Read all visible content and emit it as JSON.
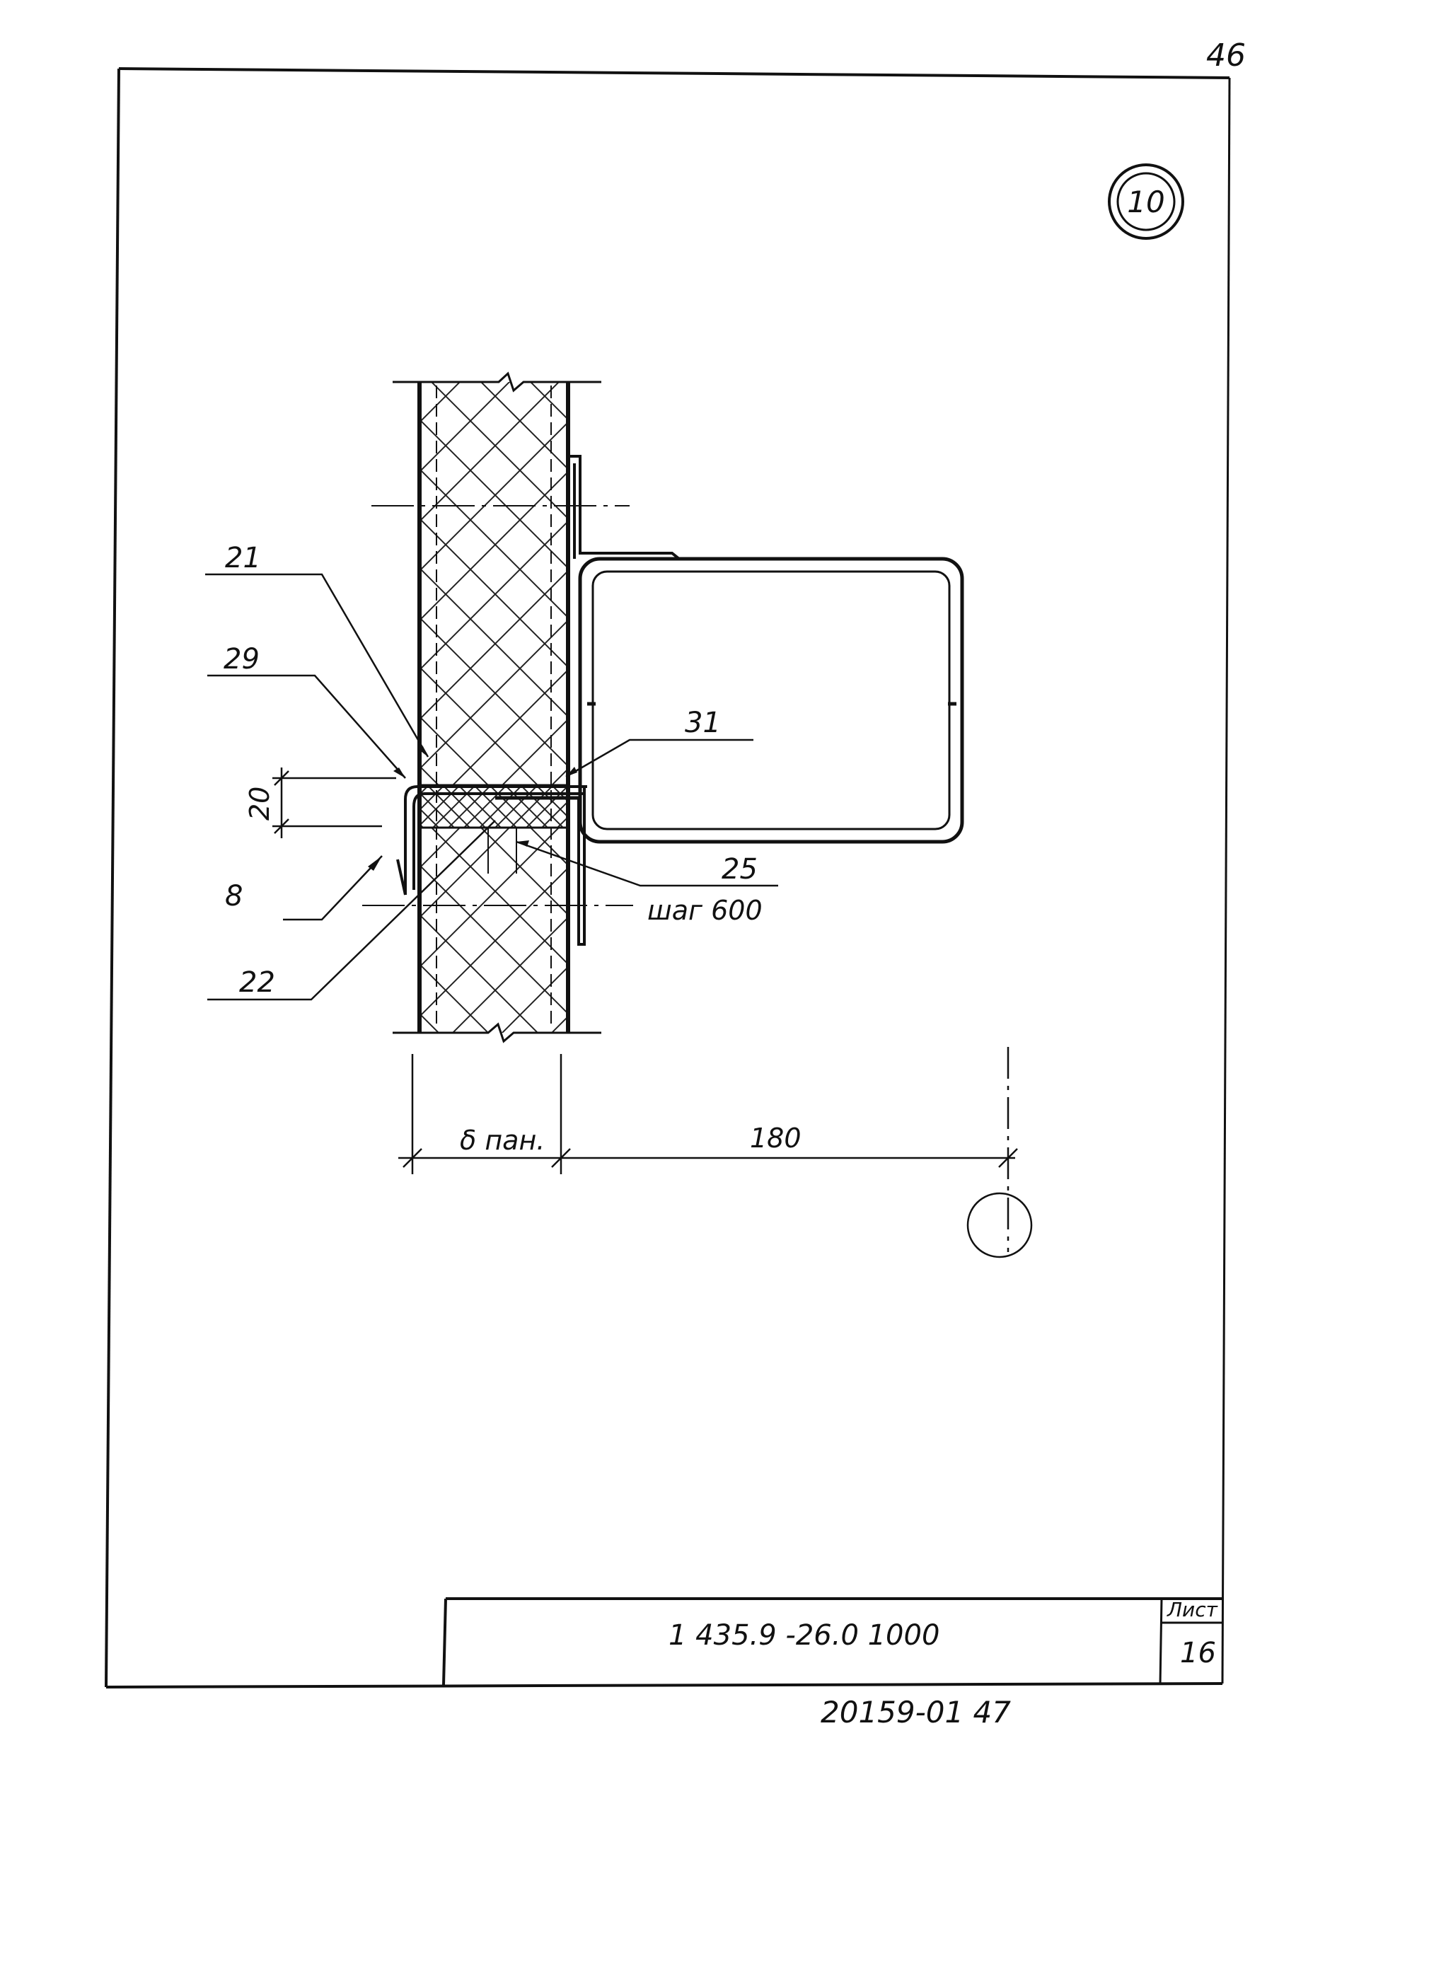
{
  "page_number": "46",
  "detail_number": "10",
  "callouts": {
    "c21": "21",
    "c29": "29",
    "c31": "31",
    "c8": "8",
    "c25": "25",
    "c25_note": "шаг 600",
    "c22": "22"
  },
  "dimensions": {
    "d20": "20",
    "d_panel": "δ пан.",
    "d180": "180"
  },
  "title_block": {
    "code": "1 435.9 -26.0 1000",
    "sheet_label": "Лист",
    "sheet_number": "16"
  },
  "archive_number": "20159-01 47"
}
